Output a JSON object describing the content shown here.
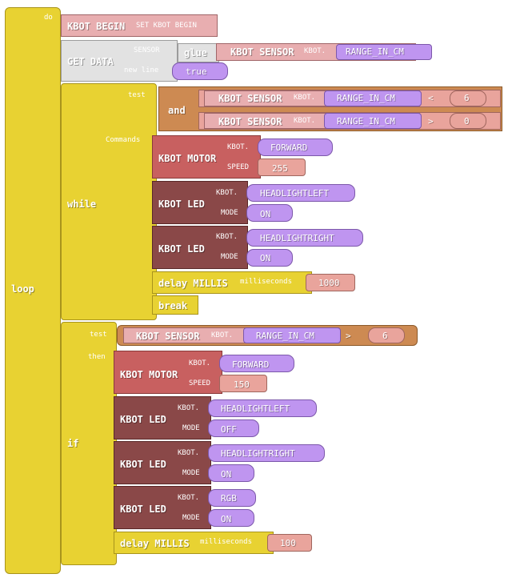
{
  "loop": {
    "label": "loop",
    "do_label": "do"
  },
  "begin": {
    "label": "KBOT BEGIN",
    "sub": "SET KBOT BEGIN"
  },
  "getdata": {
    "label": "GET DATA",
    "sensor_label": "SENSOR",
    "newline_label": "new line",
    "glue_label": "glue",
    "sensor_block": "KBOT SENSOR",
    "kbot_label": "KBOT.",
    "sensor_value": "RANGE_IN_CM",
    "newline_value": "true"
  },
  "while": {
    "label": "while",
    "test_label": "test",
    "commands_label": "Commands",
    "and_label": "and",
    "cond1": {
      "sensor": "KBOT SENSOR",
      "kbot": "KBOT.",
      "value": "RANGE_IN_CM",
      "op": "<",
      "num": "6"
    },
    "cond2": {
      "sensor": "KBOT SENSOR",
      "kbot": "KBOT.",
      "value": "RANGE_IN_CM",
      "op": ">",
      "num": "0"
    },
    "motor": {
      "label": "KBOT MOTOR",
      "kbot": "KBOT.",
      "speed_label": "SPEED",
      "dir": "FORWARD",
      "speed": "255"
    },
    "led1": {
      "label": "KBOT LED",
      "kbot": "KBOT.",
      "mode_label": "MODE",
      "target": "HEADLIGHTLEFT",
      "mode": "ON"
    },
    "led2": {
      "label": "KBOT LED",
      "kbot": "KBOT.",
      "mode_label": "MODE",
      "target": "HEADLIGHTRIGHT",
      "mode": "ON"
    },
    "delay": {
      "label": "delay MILLIS",
      "ms_label": "milliseconds",
      "value": "1000"
    },
    "break_label": "break"
  },
  "if": {
    "label": "if",
    "test_label": "test",
    "then_label": "then",
    "cond": {
      "sensor": "KBOT SENSOR",
      "kbot": "KBOT.",
      "value": "RANGE_IN_CM",
      "op": ">",
      "num": "6"
    },
    "motor": {
      "label": "KBOT MOTOR",
      "kbot": "KBOT.",
      "speed_label": "SPEED",
      "dir": "FORWARD",
      "speed": "150"
    },
    "led1": {
      "label": "KBOT LED",
      "kbot": "KBOT.",
      "mode_label": "MODE",
      "target": "HEADLIGHTLEFT",
      "mode": "OFF"
    },
    "led2": {
      "label": "KBOT LED",
      "kbot": "KBOT.",
      "mode_label": "MODE",
      "target": "HEADLIGHTRIGHT",
      "mode": "ON"
    },
    "led3": {
      "label": "KBOT LED",
      "kbot": "KBOT.",
      "mode_label": "MODE",
      "target": "RGB",
      "mode": "ON"
    },
    "delay": {
      "label": "delay MILLIS",
      "ms_label": "milliseconds",
      "value": "100"
    }
  }
}
